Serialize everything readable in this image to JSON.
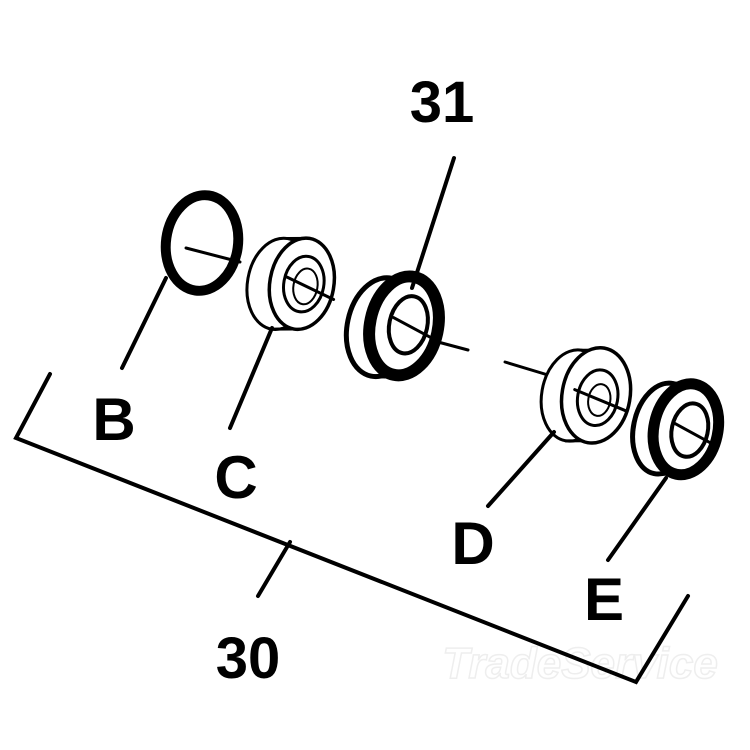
{
  "labels": {
    "b": "B",
    "c": "C",
    "d": "D",
    "e": "E",
    "assembly": "30",
    "part": "31"
  },
  "watermark": "TradeService",
  "colors": {
    "line": "#000000",
    "background": "#ffffff",
    "watermark": "#eeeeee"
  }
}
